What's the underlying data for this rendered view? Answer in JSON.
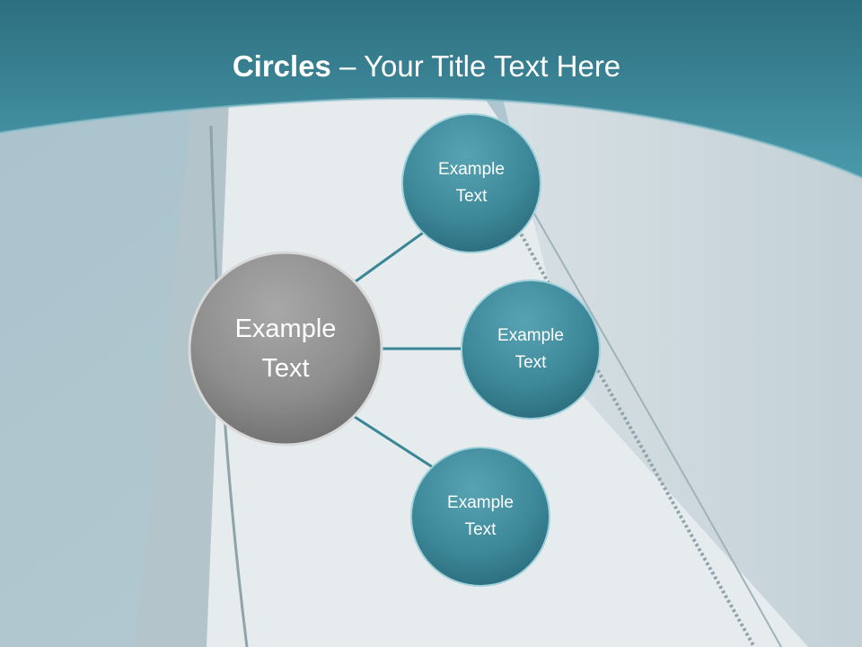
{
  "title": {
    "bold": "Circles",
    "rest": " – Your Title Text Here"
  },
  "diagram": {
    "center": {
      "label": "Example\nText"
    },
    "satellites": [
      {
        "label": "Example\nText"
      },
      {
        "label": "Example\nText"
      },
      {
        "label": "Example\nText"
      }
    ]
  },
  "colors": {
    "header": "#2e7a8c",
    "satellite_fill": "#3e8a9a",
    "center_fill": "#8c8c8c",
    "connector": "#3b8696",
    "text": "#ffffff"
  }
}
